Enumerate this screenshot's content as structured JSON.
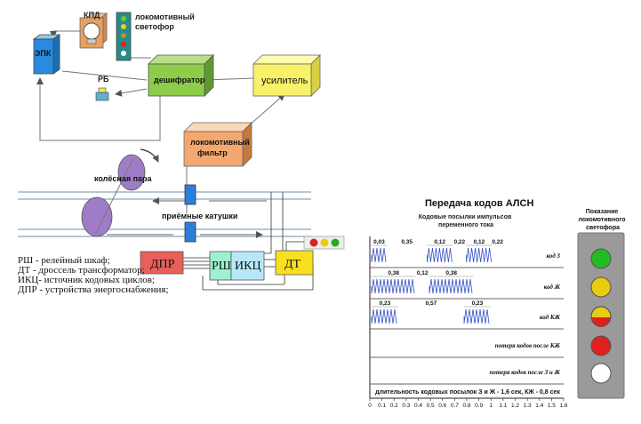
{
  "left": {
    "kpd": "КПД",
    "loco_signal": [
      "локомотивный",
      "светофор"
    ],
    "epk": "ЭПК",
    "rb": "РБ",
    "decoder": "дешифратор",
    "amplifier": "усилитель",
    "loco_filter": [
      "локомотивный",
      "фильтр"
    ],
    "wheelset": "колёсная пара",
    "coils": "приёмные катушки",
    "dpr": "ДПР",
    "rsh": "РШ",
    "ikc": "ИКЦ",
    "dt": "ДТ",
    "legend": [
      "РШ - релейный шкаф;",
      "ДТ - дроссель трансформатор;",
      "ИКЦ- источник кодовых циклов;",
      "ДПР - устройства энергоснабжения;"
    ]
  },
  "right": {
    "title": "Передача кодов АЛСН",
    "subtitle": [
      "Кодовые посылки импульсов",
      "переменного тока"
    ],
    "signal_header": [
      "Показание",
      "локомотивного",
      "светофора"
    ],
    "rows": [
      {
        "label": "код З",
        "pulses": [
          [
            0.0,
            0.13
          ],
          [
            0.48,
            0.7
          ],
          [
            0.82,
            1.04
          ]
        ],
        "times": [
          "0,03",
          "0,35",
          "0,12",
          "0,22",
          "0,12",
          "0,22"
        ]
      },
      {
        "label": "код Ж",
        "pulses": [
          [
            0.0,
            0.38
          ],
          [
            0.5,
            0.88
          ]
        ],
        "times": [
          "0,38",
          "0,12",
          "0,38"
        ]
      },
      {
        "label": "код КЖ",
        "pulses": [
          [
            0.0,
            0.23
          ],
          [
            0.8,
            1.03
          ]
        ],
        "times": [
          "0,23",
          "0,57",
          "0,23"
        ]
      },
      {
        "label": "потеря кодов после КЖ",
        "pulses": [],
        "times": []
      },
      {
        "label": "потеря кодов после З и Ж",
        "pulses": [],
        "times": []
      }
    ],
    "footnote": "длительность кодовых посылок З и Ж - 1,6 сек, КЖ - 0,8 сек",
    "axis_ticks": [
      "0",
      "0.1",
      "0.2",
      "0.3",
      "0.4",
      "0.5",
      "0.6",
      "0.7",
      "0.8",
      "0.9",
      "1",
      "1.1",
      "1.2",
      "1.3",
      "1.4",
      "1.5",
      "1.6"
    ],
    "lamps": [
      {
        "color": "#22bb22",
        "mix": null
      },
      {
        "color": "#e8cc10",
        "mix": null
      },
      {
        "color": "#e8cc10",
        "mix": "#e02020"
      },
      {
        "color": "#e02020",
        "mix": null
      },
      {
        "color": "#ffffff",
        "mix": null
      }
    ]
  }
}
